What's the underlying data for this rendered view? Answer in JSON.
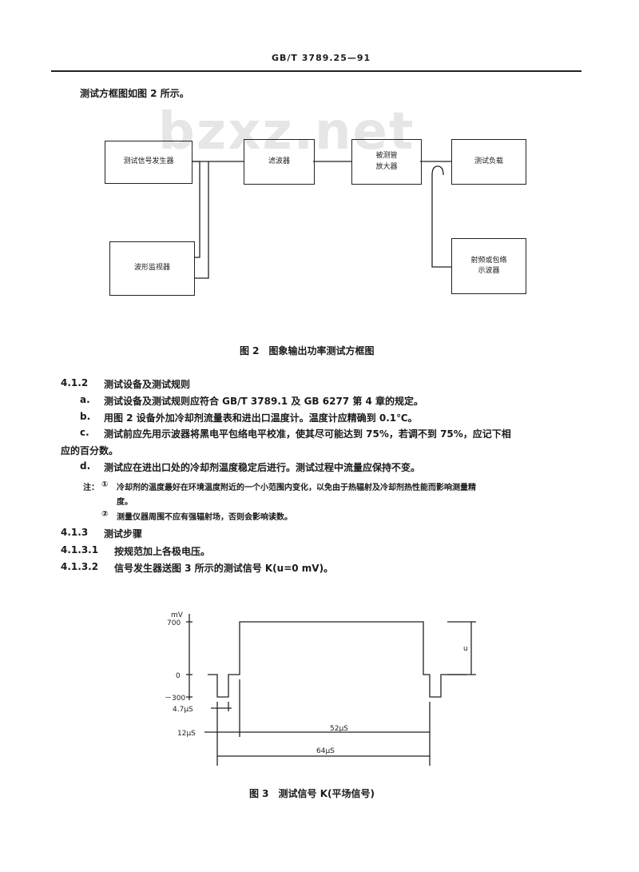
{
  "header": {
    "code": "GB/T 3789.25—91"
  },
  "intro": "测试方框图如图 2 所示。",
  "watermark": "bzxz.net",
  "diagram": {
    "signal_generator": "测试信号发生器",
    "waveform_monitor": "波形监视器",
    "filter": "滤波器",
    "tube_line1": "被测管",
    "tube_line2": "放大器",
    "test_load": "测试负载",
    "rf_line1": "射频或包络",
    "rf_line2": "示波器"
  },
  "fig2_caption": "图 2　图象输出功率测试方框图",
  "sec_4_1_2": {
    "num": "4.1.2",
    "title": "测试设备及测试规则"
  },
  "items": {
    "a_label": "a.",
    "a_text": "测试设备及测试规则应符合 GB/T 3789.1 及 GB 6277 第 4 章的规定。",
    "b_label": "b.",
    "b_text": "用图 2 设备外加冷却剂流量表和进出口温度计。温度计应精确到 0.1℃。",
    "c_label": "c.",
    "c_text1": "测试前应先用示波器将黑电平包络电平校准，使其尽可能达到 75%，若调不到 75%，应记下相",
    "c_text2": "应的百分数。",
    "d_label": "d.",
    "d_text": "测试应在进出口处的冷却剂温度稳定后进行。测试过程中流量应保持不变。"
  },
  "notes": {
    "prefix": "注：",
    "n1_mark": "①",
    "n1_text1": "冷却剂的温度最好在环境温度附近的一个小范围内变化，以免由于热辐射及冷却剂热性能而影响测量精",
    "n1_text2": "度。",
    "n2_mark": "②",
    "n2_text": "测量仪器周围不应有强辐射场，否则会影响读数。"
  },
  "sec_4_1_3": {
    "num": "4.1.3",
    "title": "测试步骤"
  },
  "sec_4_1_3_1": {
    "num": "4.1.3.1",
    "text": "按规范加上各极电压。"
  },
  "sec_4_1_3_2": {
    "num": "4.1.3.2",
    "text": "信号发生器送图 3 所示的测试信号 K(u=0 mV)。"
  },
  "fig3": {
    "unit": "mV",
    "y700": "700",
    "y0": "0",
    "ym300": "－300",
    "u_label": "u",
    "t47": "4.7μS",
    "t12": "12μS",
    "t52": "52μS",
    "t64": "64μS"
  },
  "fig3_caption": "图 3　测试信号 K(平场信号)"
}
